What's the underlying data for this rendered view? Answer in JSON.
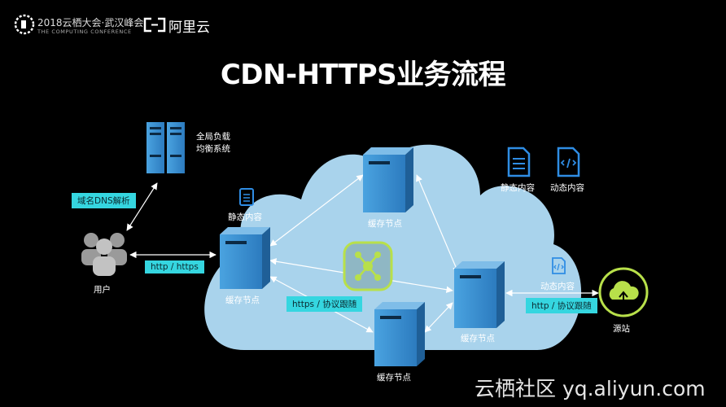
{
  "header": {
    "event_line1": "2018云栖大会·武汉峰会",
    "event_line2": "THE COMPUTING CONFERENCE",
    "brand": "阿里云"
  },
  "title": "CDN-HTTPS业务流程",
  "nodes": {
    "gslb": "全局负载\n均衡系统",
    "user": "用户",
    "cache_left": "缓存节点",
    "cache_top": "缓存节点",
    "cache_bottom": "缓存节点",
    "cache_right": "缓存节点",
    "origin": "源站",
    "static_left": "静态内容",
    "static_legend": "静态内容",
    "dynamic_legend": "动态内容",
    "dynamic_right": "动态内容"
  },
  "tags": {
    "dns": "域名DNS解析",
    "http_https": "http / https",
    "https_follow": "https / 协议跟随",
    "http_follow": "http / 协议跟随"
  },
  "watermark": "云栖社区 yq.aliyun.com",
  "colors": {
    "background": "#000000",
    "cloud": "#a9d3ec",
    "server": "#3a8fd0",
    "tag": "#35d6e0",
    "hub": "#b8e04a"
  }
}
